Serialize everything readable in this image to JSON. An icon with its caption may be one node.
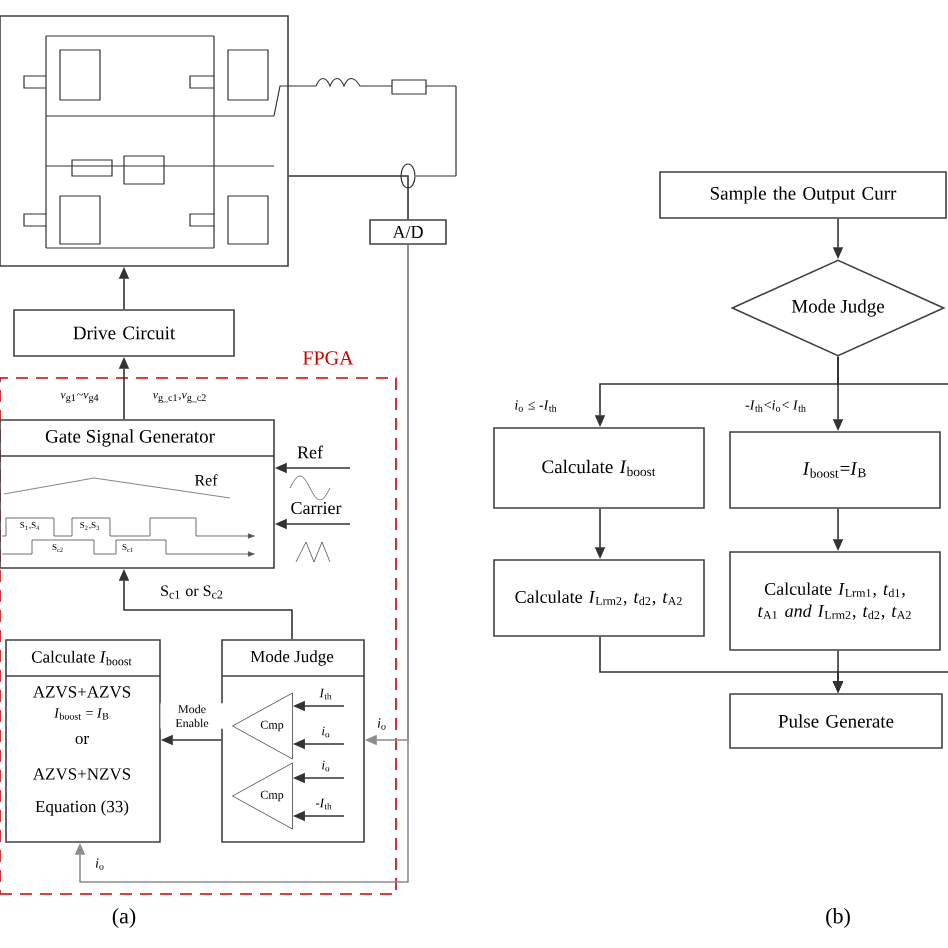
{
  "diagram": {
    "nodes": [
      {
        "text": [],
        "shape": "box"
      },
      {
        "text": [
          "A/D"
        ]
      },
      {
        "text": [
          "Drive Circuit"
        ]
      },
      {
        "text": [
          "FPGA"
        ]
      },
      {
        "text": [
          "Gate Signal Generator",
          "Ref",
          "S$_{1}$,S$_{4}$",
          "S$_{2}$,S$_{3}$",
          "S$_{c2}$",
          "S$_{c1}$"
        ],
        "in": 3
      },
      {
        "text": [
          "Calculate *I*$_{boost}$",
          "AZVS+AZVS",
          "*I*$_{boost}$ = *I*$_{B}$",
          "or",
          "AZVS+NZVS",
          "Equation (33)"
        ],
        "in": 3
      },
      {
        "text": [
          "Mode Judge"
        ],
        "in": 3
      },
      {
        "text": [
          "Cmp"
        ],
        "in": 6
      },
      {
        "text": [
          "Cmp"
        ],
        "in": 6
      },
      {
        "text": [
          "Sample the Output Curr"
        ]
      },
      {
        "text": [
          "Mode Judge"
        ]
      },
      {
        "text": [
          "Calculate *I*$_{boost}$"
        ]
      },
      {
        "text": [
          "*I*$_{boost}$=*I*$_{B}$"
        ]
      },
      {
        "text": [
          "Calculate *I*$_{Lrm2}$, *t*$_{d2}$, *t*$_{A2}$"
        ]
      },
      {
        "text": [
          "Calculate *I*$_{Lrm1}$, *t*$_{d1}$, *t*$_{A1}$ *and I*$_{Lrm2}$, *t*$_{d2}$, *t*$_{A2}$"
        ]
      },
      {
        "text": [
          "Pulse Generate"
        ]
      }
    ],
    "edges": [
      {
        "from": 2,
        "to": 0,
        "arrow": "to"
      },
      {
        "from": 4,
        "to": 2,
        "arrow": "to",
        "label": "*v*$_{g1}$~*v*$_{g4}$"
      },
      {
        "from": 0,
        "to": 1,
        "arrow": "none"
      },
      {
        "from": 1,
        "to": 6,
        "arrow": "to",
        "label": "*i*$_{o}$",
        "color": "#8c8c8c"
      },
      {
        "from": 1,
        "to": 5,
        "arrow": "to",
        "label": "*i*$_{o}$",
        "color": "#8c8c8c"
      },
      {
        "from": 6,
        "to": 5,
        "arrow": "to",
        "label": "Mode Enable"
      },
      {
        "from": 6,
        "to": 4,
        "arrow": "to",
        "label": "S$_{c1}$ or S$_{c2}$"
      },
      {
        "from": null,
        "to": 4,
        "arrow": "to",
        "label": "Ref"
      },
      {
        "from": null,
        "to": 4,
        "arrow": "to",
        "label": "Carrier"
      },
      {
        "from": null,
        "to": 7,
        "arrow": "to",
        "label": "*I*$_{th}$"
      },
      {
        "from": null,
        "to": 7,
        "arrow": "to",
        "label": "*i*$_{o}$"
      },
      {
        "from": null,
        "to": 8,
        "arrow": "to",
        "label": "*i*$_{o}$"
      },
      {
        "from": null,
        "to": 8,
        "arrow": "to",
        "label": "-*I*$_{th}$"
      },
      {
        "from": 9,
        "to": 10,
        "arrow": "to"
      },
      {
        "from": 10,
        "to": 11,
        "arrow": "to",
        "label": "*i*$_{o}$ ≤ -*I*$_{th}$"
      },
      {
        "from": 10,
        "to": 12,
        "arrow": "to",
        "label": "-*I*$_{th}$<*i*$_{o}$< *I*$_{th}$"
      },
      {
        "from": 10,
        "to": null,
        "arrow": "none"
      },
      {
        "from": 11,
        "to": 13,
        "arrow": "to"
      },
      {
        "from": 12,
        "to": 14,
        "arrow": "to"
      },
      {
        "from": 14,
        "to": 15,
        "arrow": "to"
      },
      {
        "from": 13,
        "to": 15,
        "arrow": "to"
      },
      {
        "from": null,
        "to": 15,
        "arrow": "to"
      }
    ],
    "labels": [
      "*v*$_{g_c1}$,*v*$_{g_c2}$",
      "(a)",
      "(b)"
    ]
  }
}
